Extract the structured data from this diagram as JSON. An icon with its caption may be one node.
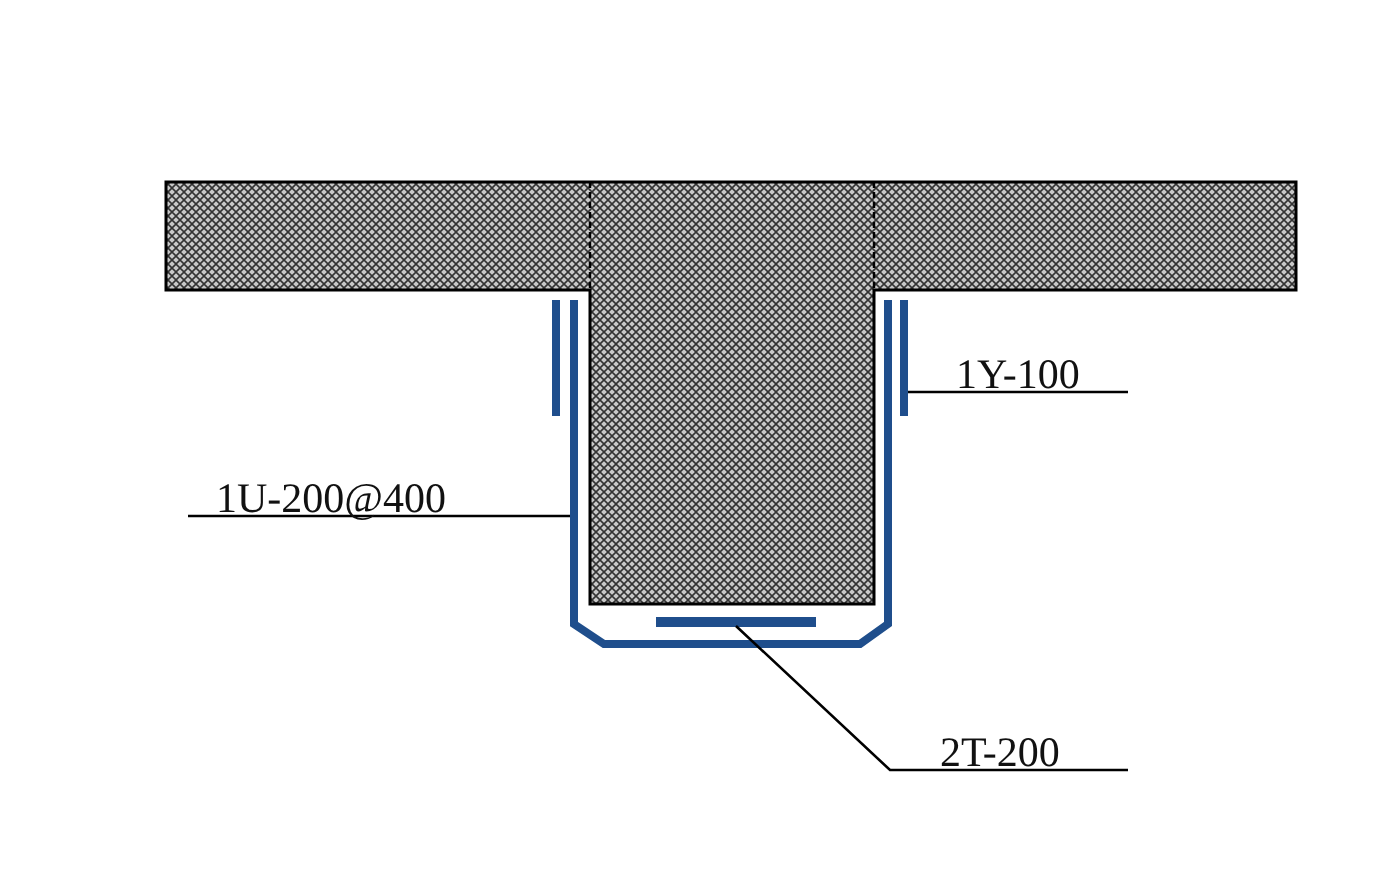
{
  "diagram": {
    "nodes": [
      {
        "text": [
          "1Y-100"
        ]
      },
      {
        "text": [],
        "shape": "bar"
      },
      {
        "text": [
          "1U-200@400"
        ]
      },
      {
        "text": [],
        "shape": "bar"
      },
      {
        "text": [
          "2T-200"
        ]
      },
      {
        "text": [],
        "shape": "bar",
        "in": 3
      }
    ],
    "edges": [
      {
        "from": 0,
        "to": 1,
        "arrow": "none"
      },
      {
        "from": 2,
        "to": 3,
        "arrow": "none"
      },
      {
        "from": 4,
        "to": 5,
        "arrow": "none"
      }
    ]
  }
}
